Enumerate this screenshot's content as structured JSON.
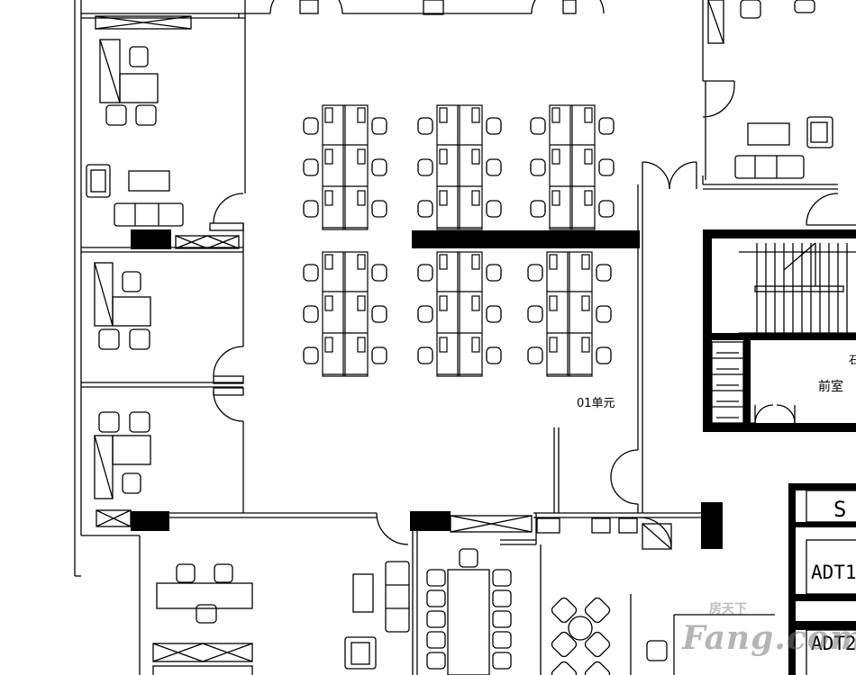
{
  "labels": {
    "unit": "01单元",
    "front_room": "前室",
    "front_room_partial": "石",
    "stair_code_partial": "S",
    "adt1": "ADT1",
    "adt2": "ADT2"
  },
  "watermark": {
    "top": "房天下",
    "main": "Fang.com"
  },
  "colors": {
    "line": "#000000",
    "wall": "#000000",
    "background": "#ffffff"
  }
}
